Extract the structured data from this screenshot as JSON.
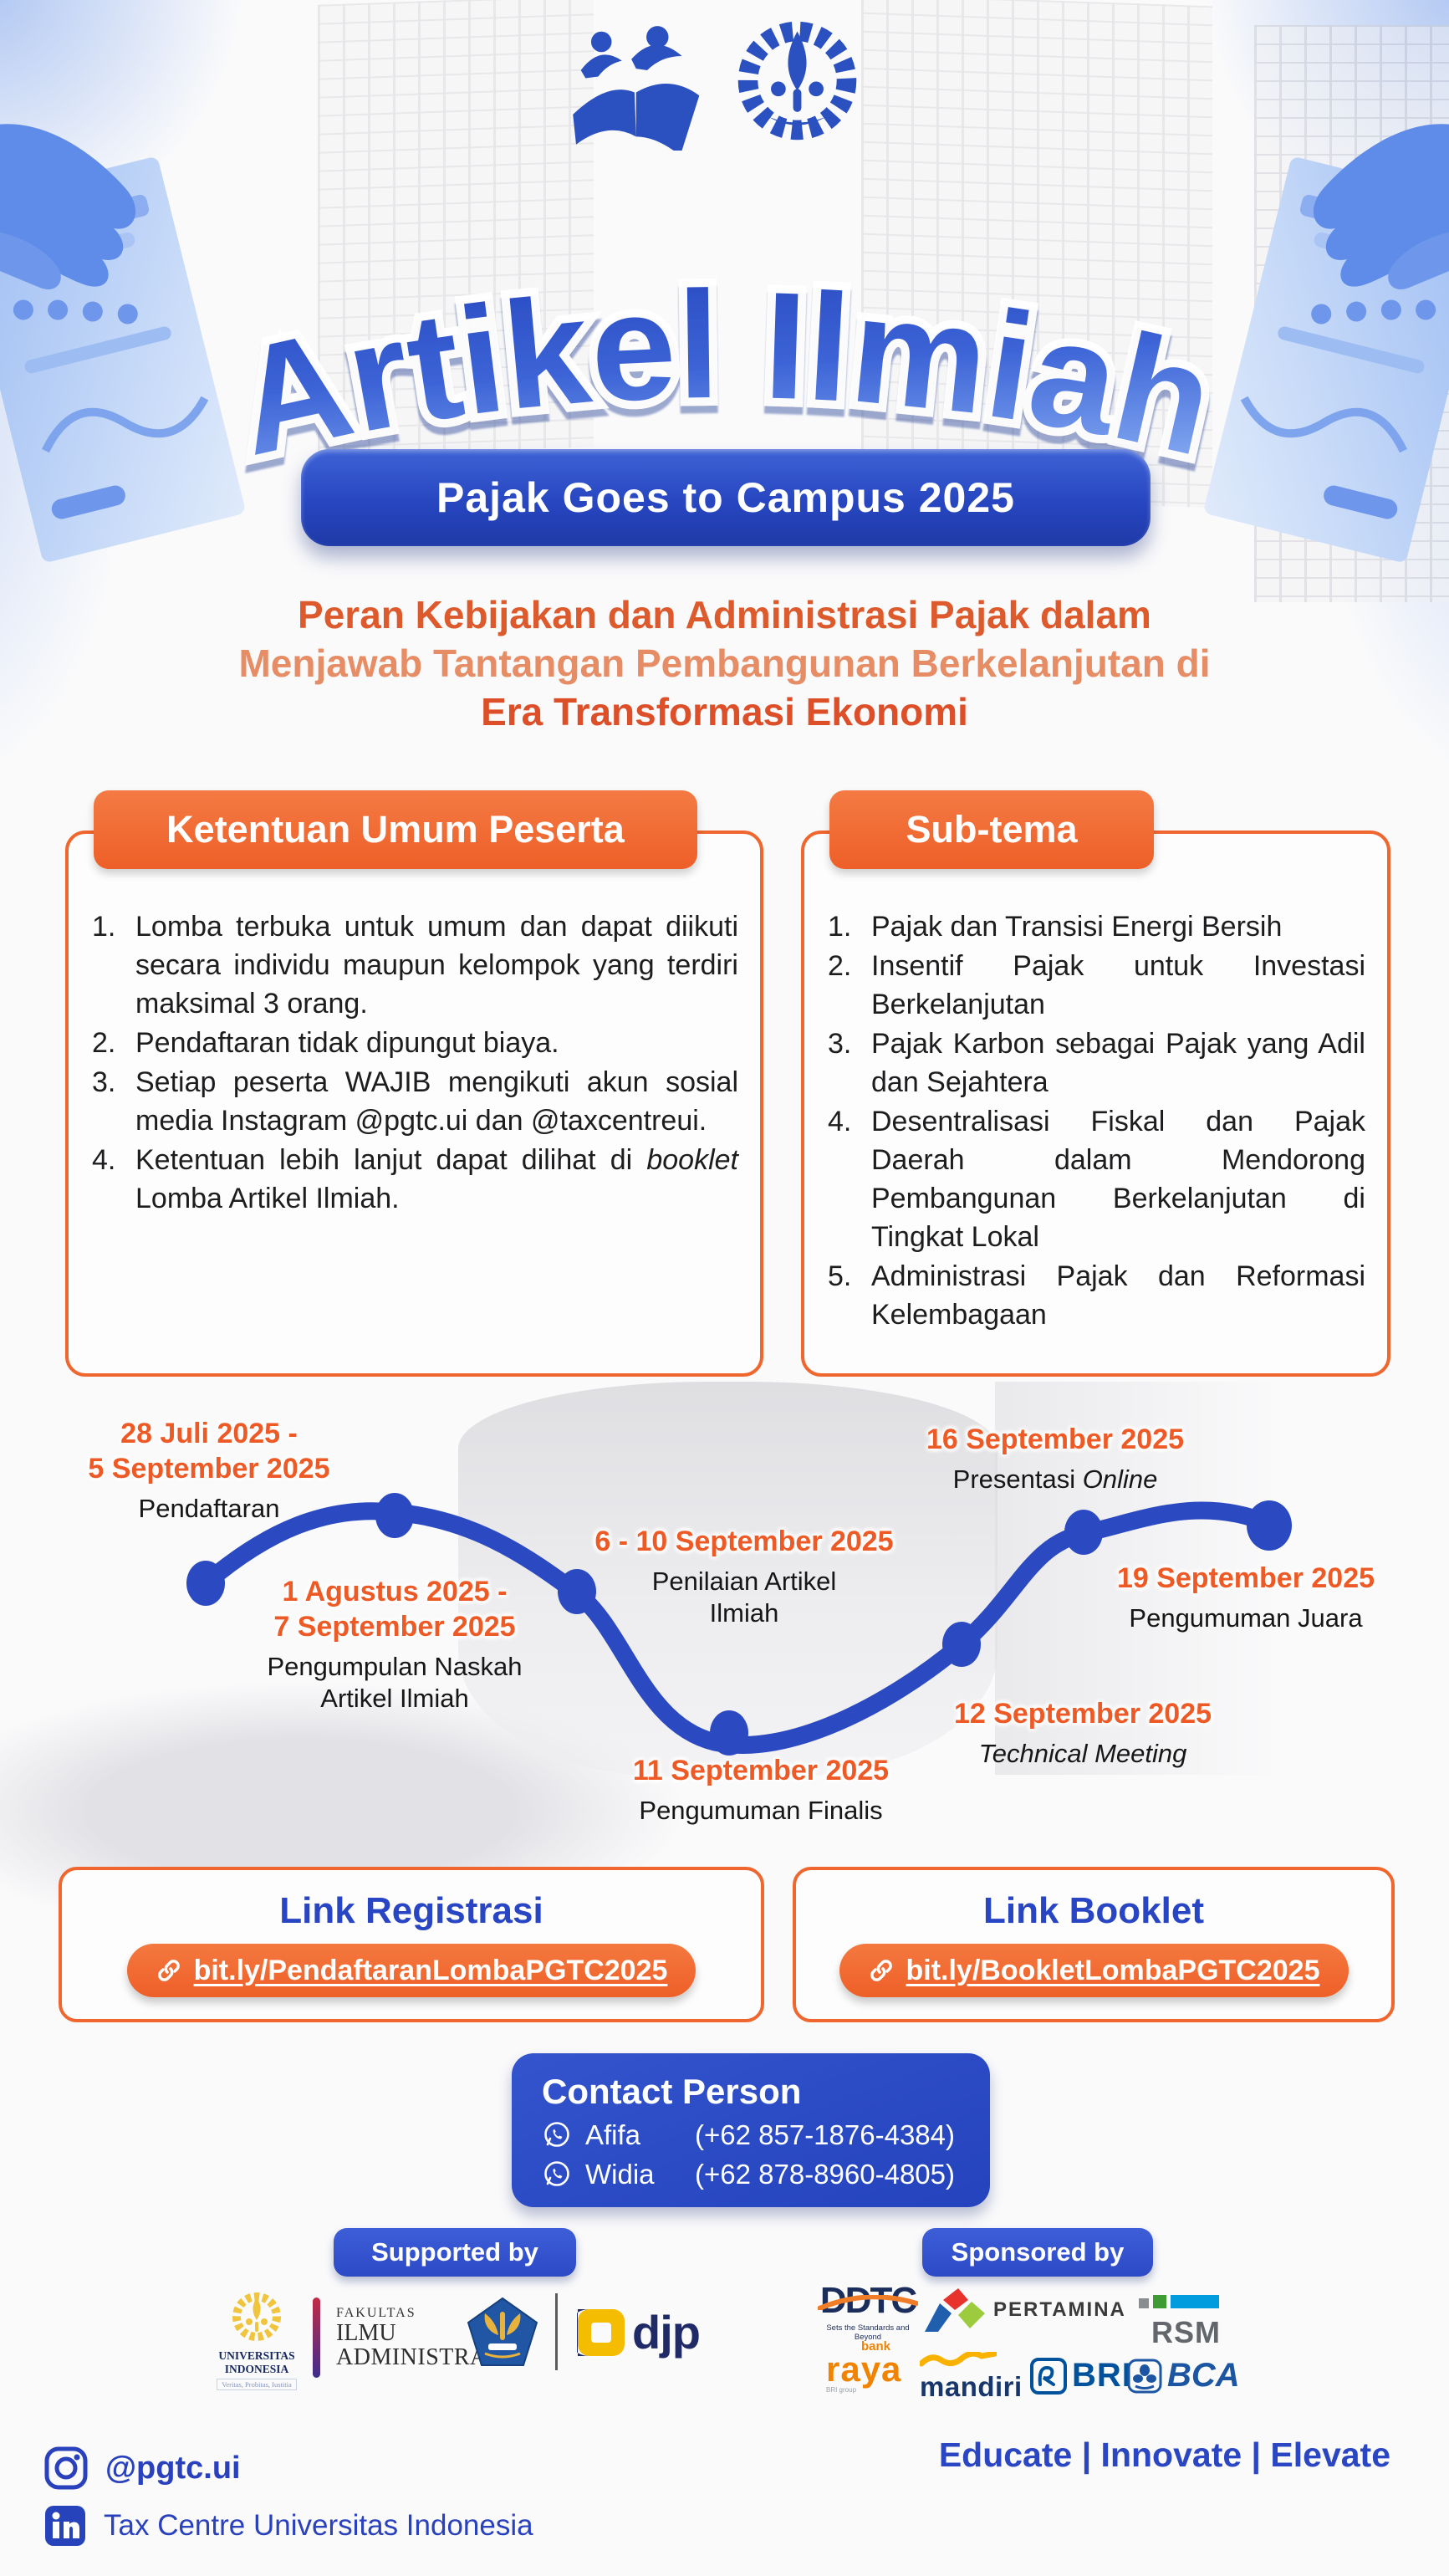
{
  "colors": {
    "accent_blue": "#2b4ac1",
    "accent_orange": "#f0662f",
    "date_orange": "#ee5a26",
    "text_dark": "#1d1d1f"
  },
  "header": {
    "title": "Artikel Ilmiah",
    "subtitle": "Pajak Goes to Campus 2025",
    "theme": {
      "line1": "Peran Kebijakan dan Administrasi Pajak dalam",
      "line2": "Menjawab Tantangan Pembangunan Berkelanjutan di",
      "line3": "Era Transformasi Ekonomi"
    }
  },
  "rules": {
    "title": "Ketentuan Umum Peserta",
    "nums": [
      "1.",
      "2.",
      "3.",
      "4."
    ],
    "items": [
      "Lomba terbuka untuk umum dan dapat diikuti secara individu maupun kelompok yang terdiri maksimal 3 orang.",
      "Pendaftaran tidak dipungut biaya.",
      "Setiap peserta WAJIB mengikuti akun sosial media Instagram @pgtc.ui dan @taxcentreui."
    ],
    "item4": {
      "prefix": "Ketentuan lebih lanjut dapat dilihat di ",
      "italic": "booklet",
      "suffix": " Lomba Artikel Ilmiah."
    }
  },
  "subtema": {
    "title": "Sub-tema",
    "nums": [
      "1.",
      "2.",
      "3.",
      "4.",
      "5."
    ],
    "items": [
      "Pajak dan Transisi Energi Bersih",
      "Insentif Pajak untuk Investasi Berkelanjutan",
      "Pajak Karbon sebagai Pajak yang Adil dan Sejahtera",
      "Desentralisasi Fiskal dan Pajak Daerah dalam Mendorong Pembangunan Berkelanjutan di Tingkat Lokal",
      "Administrasi Pajak dan Reformasi Kelembagaan"
    ]
  },
  "timeline": {
    "events": [
      {
        "date": "28 Juli 2025 -\n5 September 2025",
        "label": "Pendaftaran"
      },
      {
        "date": "1 Agustus 2025 -\n7 September 2025",
        "label": "Pengumpulan Naskah\nArtikel Ilmiah"
      },
      {
        "date": "6 - 10 September 2025",
        "label": "Penilaian Artikel\nIlmiah"
      },
      {
        "date": "11 September 2025",
        "label": "Pengumuman Finalis"
      },
      {
        "date": "12 September 2025",
        "label_italic": "Technical Meeting"
      },
      {
        "date": "16 September 2025",
        "label": "Presentasi ",
        "label_italic": "Online"
      },
      {
        "date": "19 September 2025",
        "label": "Pengumuman Juara"
      }
    ]
  },
  "links": {
    "registration": {
      "title": "Link Registrasi",
      "url": "bit.ly/PendaftaranLombaPGTC2025"
    },
    "booklet": {
      "title": "Link Booklet",
      "url": "bit.ly/BookletLombaPGTC2025"
    }
  },
  "contact": {
    "title": "Contact Person",
    "people": [
      {
        "name": "Afifa",
        "phone": "(+62 857-1876-4384)"
      },
      {
        "name": "Widia",
        "phone": "(+62 878-8960-4805)"
      }
    ]
  },
  "supported": {
    "title": "Supported by",
    "ui": {
      "line1": "UNIVERSITAS",
      "line2": "INDONESIA",
      "motto": "Veritas, Probitas, Iustitia"
    },
    "fia": {
      "line1": "FAKULTAS",
      "line2": "ILMU",
      "line3": "ADMINISTRASI"
    },
    "djp": "djp"
  },
  "sponsored": {
    "title": "Sponsored by",
    "ddtc": {
      "name": "DDTC",
      "tagline": "Sets the Standards and Beyond"
    },
    "pertamina": "PERTAMINA",
    "rsm": "RSM",
    "raya": {
      "small": "bank",
      "main": "raya",
      "sub": "BRI group"
    },
    "mandiri": "mandiri",
    "bri": "BRI",
    "bca": "BCA"
  },
  "footer": {
    "instagram": "@pgtc.ui",
    "linkedin": "Tax Centre Universitas Indonesia",
    "tagline": "Educate | Innovate | Elevate"
  }
}
